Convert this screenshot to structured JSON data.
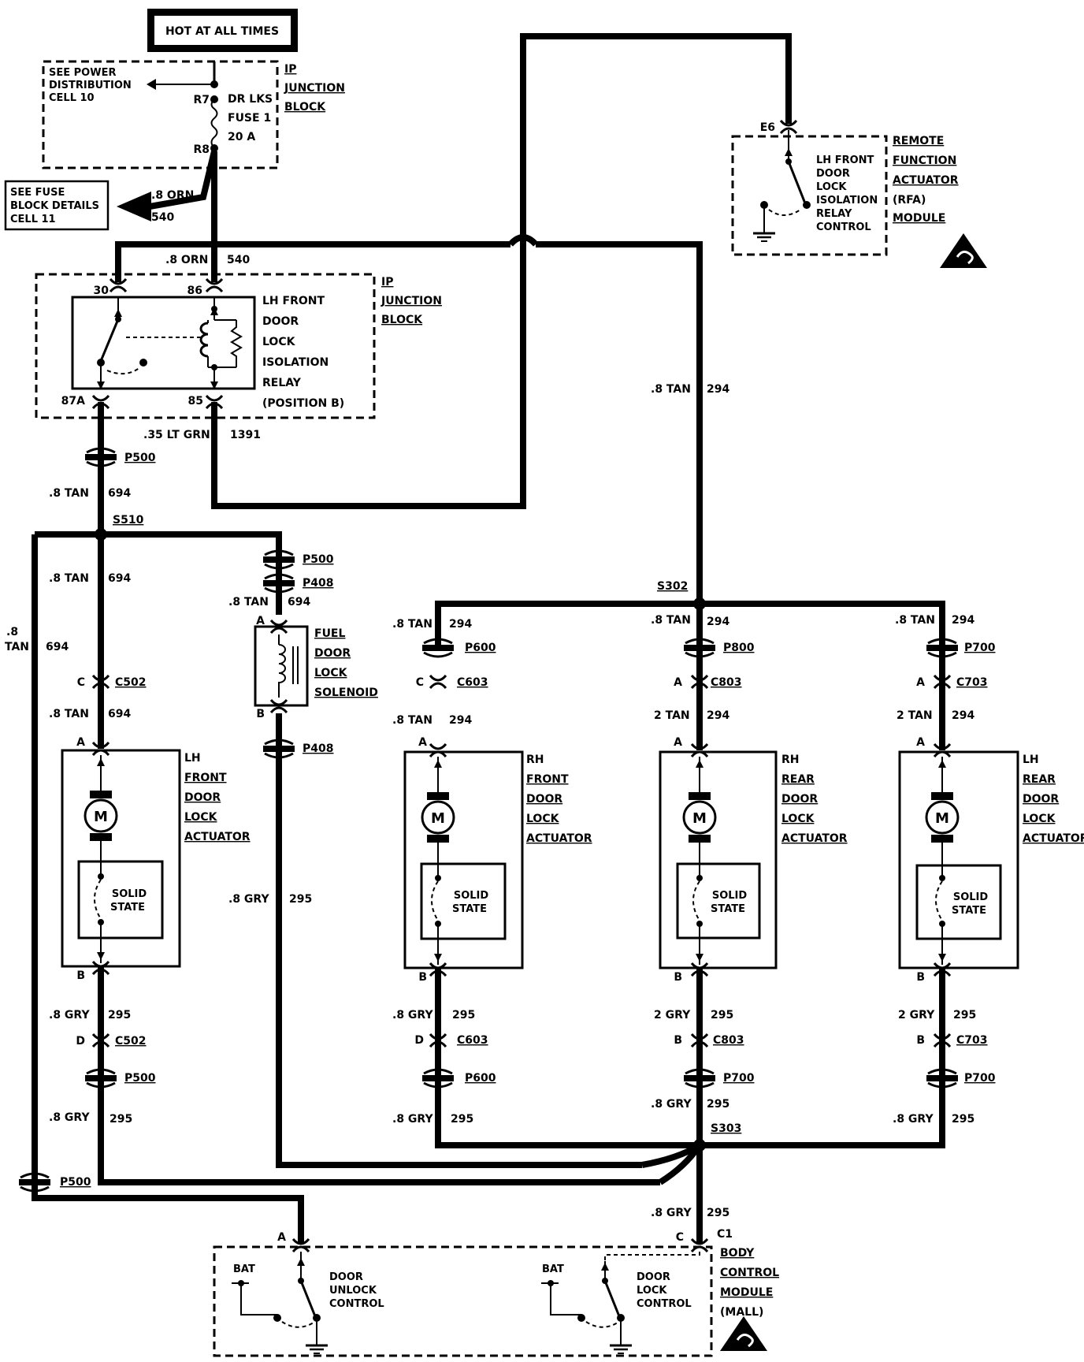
{
  "header": {
    "hot": "HOT AT ALL TIMES"
  },
  "ipjb_top": {
    "name": [
      "IP",
      "JUNCTION",
      "BLOCK"
    ],
    "see_power": [
      "SEE POWER",
      "DISTRIBUTION",
      "CELL 10"
    ],
    "r7": "R7",
    "r8": "R8",
    "fuse": [
      "DR LKS",
      "FUSE 1",
      "20 A"
    ]
  },
  "fuse_details": [
    "SEE FUSE",
    "BLOCK DETAILS",
    "CELL 11"
  ],
  "wires": {
    "orn_top": ".8 ORN",
    "c540_top": "540",
    "orn": ".8 ORN",
    "c540": "540",
    "tan294_main": ".8 TAN",
    "c294_main": "294",
    "ltgrn": ".35 LT GRN",
    "c1391": "1391",
    "tan694_a": ".8 TAN",
    "c694_a": "694",
    "tan694_b": ".8 TAN",
    "c694_b": "694",
    "tan694_left": [
      ".8",
      "TAN"
    ],
    "c694_left": "694",
    "tan694_c": ".8 TAN",
    "c694_c": "694",
    "tan694_fuel": ".8 TAN",
    "c694_fuel": "694",
    "gry295_fuel": ".8 GRY",
    "c295_fuel": "295",
    "gry295_lf1": ".8 GRY",
    "c295_lf1": "295",
    "gry295_lf2": ".8 GRY",
    "c295_lf2": "295",
    "tan294_rf1": ".8 TAN",
    "c294_rf1": "294",
    "tan294_rf2": ".8 TAN",
    "c294_rf2": "294",
    "gry295_rf1": ".8 GRY",
    "c295_rf1": "295",
    "gry295_rf2": ".8 GRY",
    "c295_rf2": "295",
    "tan294_rr1": ".8 TAN",
    "c294_rr1": "294",
    "tan294_rr2": "2 TAN",
    "c294_rr2": "294",
    "gry295_rr1": "2 GRY",
    "c295_rr1": "295",
    "gry295_rr2": ".8 GRY",
    "c295_rr2": "295",
    "tan294_lr1": ".8 TAN",
    "c294_lr1": "294",
    "tan294_lr2": "2 TAN",
    "c294_lr2": "294",
    "gry295_lr1": "2 GRY",
    "c295_lr1": "295",
    "gry295_lr2": ".8 GRY",
    "c295_lr2": "295",
    "gry295_bcm": ".8 GRY",
    "c295_bcm": "295"
  },
  "relay": {
    "labels": [
      "LH FRONT",
      "DOOR",
      "LOCK",
      "ISOLATION",
      "RELAY",
      "(POSITION B)"
    ],
    "name": [
      "IP",
      "JUNCTION",
      "BLOCK"
    ],
    "pin30": "30",
    "pin86": "86",
    "pin87a": "87A",
    "pin85": "85"
  },
  "rfa": {
    "pin": "E6",
    "inner": [
      "LH FRONT",
      "DOOR",
      "LOCK",
      "ISOLATION",
      "RELAY",
      "CONTROL"
    ],
    "name": [
      "REMOTE",
      "FUNCTION",
      "ACTUATOR",
      "(RFA)",
      "MODULE"
    ]
  },
  "connectors": {
    "p500_a": "P500",
    "s510": "S510",
    "p500_b": "P500",
    "p408_a": "P408",
    "c502_c": "C",
    "c502_c_name": "C502",
    "c502_d": "D",
    "c502_d_name": "C502",
    "p500_c": "P500",
    "p500_d": "P500",
    "p408_b": "P408",
    "s302": "S302",
    "s303": "S303",
    "p600_a": "P600",
    "c603_c": "C",
    "c603_c_name": "C603",
    "c603_d": "D",
    "c603_d_name": "C603",
    "p600_b": "P600",
    "p800": "P800",
    "c803_a": "A",
    "c803_a_name": "C803",
    "c803_b": "B",
    "c803_b_name": "C803",
    "p700_rr": "P700",
    "p700_a": "P700",
    "c703_a": "A",
    "c703_a_name": "C703",
    "c703_b": "B",
    "c703_b_name": "C703",
    "p700_b": "P700",
    "bcm_a": "A",
    "bcm_c": "C",
    "c1": "C1"
  },
  "fuel": {
    "pin_a": "A",
    "pin_b": "B",
    "name": [
      "FUEL",
      "DOOR",
      "LOCK",
      "SOLENOID"
    ]
  },
  "actuators": {
    "motor": "M",
    "solid": [
      "SOLID",
      "STATE"
    ],
    "pin_a": "A",
    "pin_b": "B",
    "lf": [
      "LH",
      "FRONT",
      "DOOR",
      "LOCK",
      "ACTUATOR"
    ],
    "rf": [
      "RH",
      "FRONT",
      "DOOR",
      "LOCK",
      "ACTUATOR"
    ],
    "rr": [
      "RH",
      "REAR",
      "DOOR",
      "LOCK",
      "ACTUATOR"
    ],
    "lr": [
      "LH",
      "REAR",
      "DOOR",
      "LOCK",
      "ACTUATOR"
    ]
  },
  "bcm": {
    "name": [
      "BODY",
      "CONTROL",
      "MODULE",
      "(MALL)"
    ],
    "bat1": "BAT",
    "bat2": "BAT",
    "unlock": [
      "DOOR",
      "UNLOCK",
      "CONTROL"
    ],
    "lock": [
      "DOOR",
      "LOCK",
      "CONTROL"
    ]
  }
}
